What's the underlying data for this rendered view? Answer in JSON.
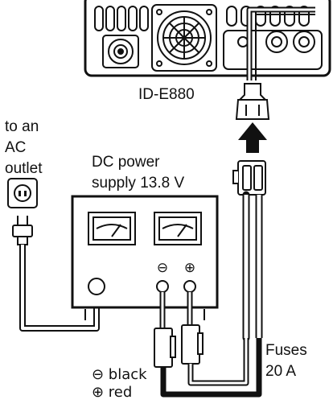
{
  "labels": {
    "radio_model": "ID-E880",
    "outlet_line1": "to an",
    "outlet_line2": "AC",
    "outlet_line3": "outlet",
    "psu_line1": "DC power",
    "psu_line2": "supply 13.8 V",
    "fuses_line1": "Fuses",
    "fuses_line2": "20 A",
    "legend_black": "⊖ black",
    "legend_red": "⊕ red"
  },
  "terminals": {
    "negative_symbol": "⊖",
    "positive_symbol": "⊕"
  }
}
